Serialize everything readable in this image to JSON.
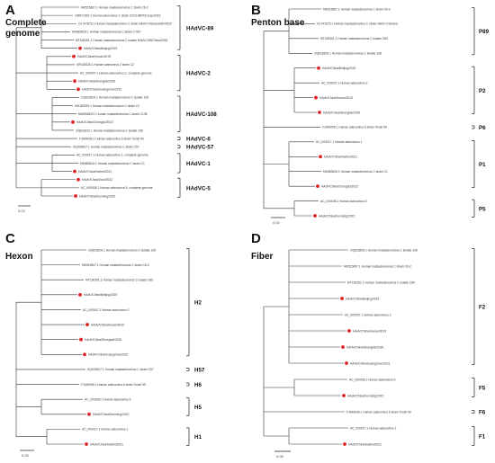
{
  "panels": [
    {
      "id": "A",
      "letter": "A",
      "title_lines": [
        "Complete",
        "genome"
      ],
      "scale": "0.02",
      "clades": [
        "HAdVC-89",
        "HAdVC-2",
        "HAdVC-108",
        "HAdVC-6",
        "HAdVC-57",
        "HAdVC-1",
        "HAdVC-5"
      ],
      "leaves": [
        "MK515697.1 Human mastadenovirus C strain C6-2",
        "OM971926.1 Human adenovirus C strain C2/CHNP021/Lac/2019",
        "OL747675.1 Human mastadenovirus C strain HAdV-C/Ghana/GP/2020",
        "MK883615.1 Human mastadenovirus C strain C-507",
        "MT150351.1 Human mastadenovirus C isolate HAdV-C89/China/2018",
        "HAdV/China/Beijing/2019",
        "HAdV/China/Hunan/2019",
        "MF315028.1 Human adenovirus 2 strain C2",
        "AC_000007.1 Human adenovirus 2, complete genome",
        "HAdV/China/Shanghai/2020",
        "HAdV/China/Guangzhou/2021",
        "OQ618209.1 Human mastadenovirus C isolate 108",
        "MH183293.1 Human mastadenovirus C strain C2",
        "MW694823.1 Human mastadenovirus C strain C108",
        "HAdV/China/Chengdu/2022",
        "OQ618210.1 Human mastadenovirus C isolate 108",
        "FJ349096.1 Human adenovirus 6 strain Tonsil 99",
        "HQ003817.1 Human mastadenovirus C strain C57",
        "AC_000017.1 Human adenovirus 1, complete genome",
        "MK883616.1 Human mastadenovirus C strain C1",
        "HAdV/China/Harbin/2021",
        "HAdV/China/Xian/2022",
        "AC_000008.1 Human adenovirus 5, complete genome",
        "HAdV/China/Kunming/2022"
      ]
    },
    {
      "id": "B",
      "letter": "B",
      "title_lines": [
        "Penton base"
      ],
      "scale": "0.02",
      "clades": [
        "P89",
        "P2",
        "P6",
        "P1",
        "P5"
      ],
      "leaves": [
        "MK515697.1 Human mastadenovirus C strain C6-2",
        "OL747675.1 Human mastadenovirus C strain HAdV-C/Ghana",
        "MT150351.1 Human mastadenovirus C isolate C89",
        "OQ618209.1 Human mastadenovirus C isolate 108",
        "HAdV/China/Beijing/2019",
        "AC_000007.1 Human adenovirus 2",
        "HAdV/China/Hunan/2019",
        "HAdV/China/Shanghai/2020",
        "FJ349096.1 Human adenovirus 6 strain Tonsil 99",
        "AC_000017.1 Human adenovirus 1",
        "HAdV/China/Harbin/2021",
        "MK883616.1 Human mastadenovirus C strain C1",
        "HAdV/China/Chengdu/2022",
        "AC_000008.1 Human adenovirus 5",
        "HAdV/China/Kunming/2022"
      ]
    },
    {
      "id": "C",
      "letter": "C",
      "title_lines": [
        "Hexon"
      ],
      "scale": "0.05",
      "clades": [
        "H2",
        "H57",
        "H6",
        "H5",
        "H1"
      ],
      "leaves": [
        "OQ618209.1 Human mastadenovirus C isolate 108",
        "MK515697.1 Human mastadenovirus C strain C6-2",
        "MT150351.1 Human mastadenovirus C isolate C89",
        "HAdV/China/Beijing/2019",
        "AC_000007.1 Human adenovirus 2",
        "HAdV/China/Hunan/2019",
        "HAdV/China/Shanghai/2020",
        "HAdV/China/Guangzhou/2021",
        "HQ003817.1 Human mastadenovirus C strain C57",
        "FJ349096.1 Human adenovirus 6 strain Tonsil 99",
        "AC_000008.1 Human adenovirus 5",
        "HAdV/China/Kunming/2022",
        "AC_000017.1 Human adenovirus 1",
        "HAdV/China/Harbin/2021"
      ]
    },
    {
      "id": "D",
      "letter": "D",
      "title_lines": [
        "Fiber"
      ],
      "scale": "0.05",
      "clades": [
        "F2",
        "F5",
        "F6",
        "F1"
      ],
      "leaves": [
        "OQ618209.1 Human mastadenovirus C isolate 108",
        "MK515697.1 Human mastadenovirus C strain C6-2",
        "MT150351.1 Human mastadenovirus C isolate C89",
        "HAdV/China/Beijing/2019",
        "AC_000007.1 Human adenovirus 2",
        "HAdV/China/Hunan/2019",
        "HAdV/China/Shanghai/2020",
        "HAdV/China/Guangzhou/2021",
        "AC_000008.1 Human adenovirus 5",
        "HAdV/China/Kunming/2022",
        "FJ349096.1 Human adenovirus 6 strain Tonsil 99",
        "AC_000017.1 Human adenovirus 1",
        "HAdV/China/Harbin/2021"
      ]
    }
  ]
}
